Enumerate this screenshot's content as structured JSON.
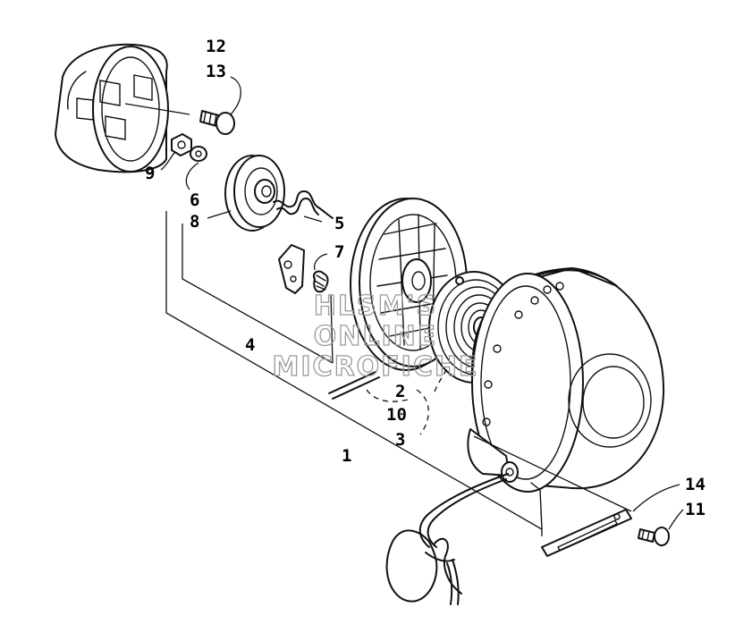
{
  "diagram": {
    "callouts": [
      {
        "id": "12",
        "text": "12"
      },
      {
        "id": "13",
        "text": "13"
      },
      {
        "id": "9",
        "text": "9"
      },
      {
        "id": "6",
        "text": "6"
      },
      {
        "id": "8",
        "text": "8"
      },
      {
        "id": "5",
        "text": "5"
      },
      {
        "id": "7",
        "text": "7"
      },
      {
        "id": "4",
        "text": "4"
      },
      {
        "id": "2",
        "text": "2"
      },
      {
        "id": "10",
        "text": "10"
      },
      {
        "id": "3",
        "text": "3"
      },
      {
        "id": "1",
        "text": "1"
      },
      {
        "id": "14",
        "text": "14"
      },
      {
        "id": "11",
        "text": "11"
      }
    ],
    "watermark": {
      "line1": "HLSM'S",
      "line2": "ONLINE",
      "line3": "MICROFICHE"
    }
  }
}
